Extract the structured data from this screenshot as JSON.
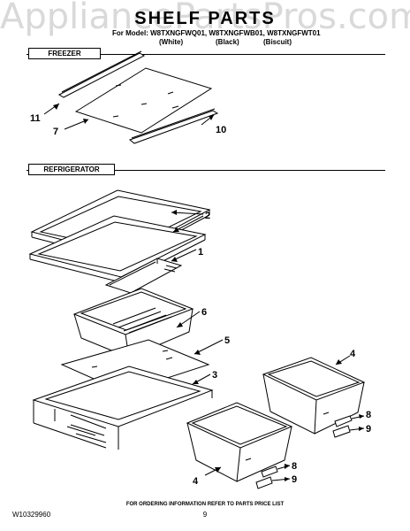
{
  "watermark": "AppliancePartsPros.com",
  "header": {
    "title": "SHELF PARTS",
    "models_line": "For Model: W8TXNGFWQ01, W8TXNGFWB01, W8TXNGFWT01",
    "color_white": "(White)",
    "color_black": "(Black)",
    "color_biscuit": "(Biscuit)"
  },
  "sections": {
    "freezer": "FREEZER",
    "refrigerator": "REFRIGERATOR"
  },
  "callouts": {
    "c11": "11",
    "c7": "7",
    "c10": "10",
    "c2": "2",
    "c1": "1",
    "c6": "6",
    "c5": "5",
    "c3": "3",
    "c4a": "4",
    "c8a": "8",
    "c9a": "9",
    "c4b": "4",
    "c8b": "8",
    "c9b": "9"
  },
  "footer": {
    "doc_number": "W10329960",
    "note": "FOR ORDERING INFORMATION REFER TO PARTS PRICE LIST",
    "page": "9"
  }
}
